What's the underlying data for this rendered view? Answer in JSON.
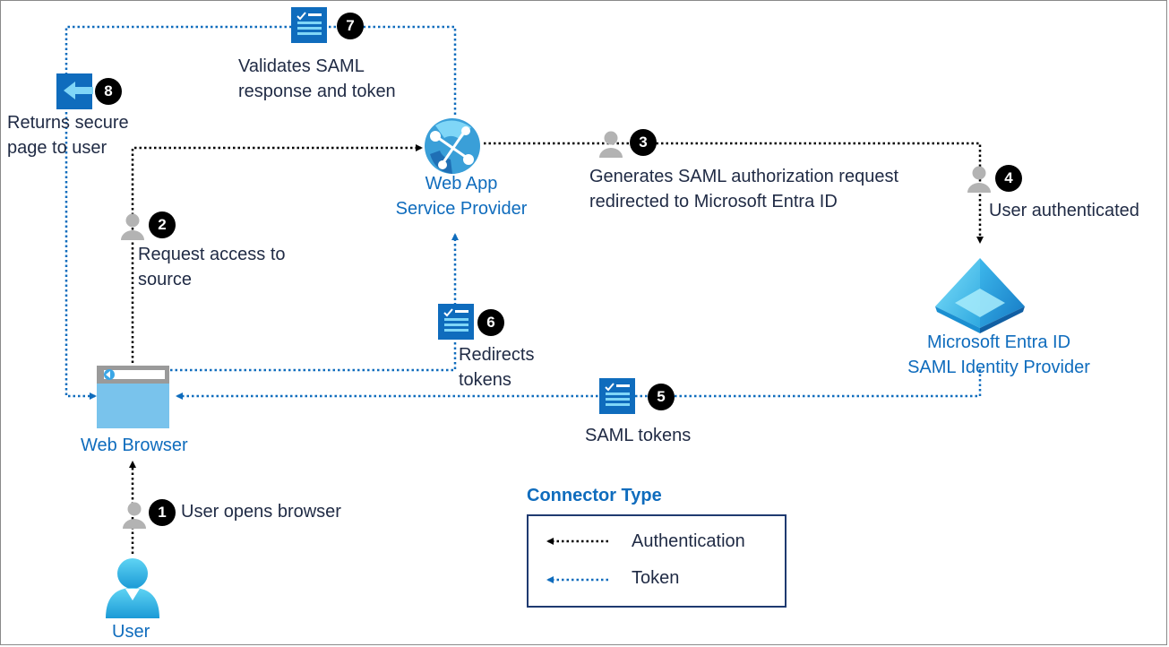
{
  "steps": [
    {
      "number": "1",
      "label": "User opens browser"
    },
    {
      "number": "2",
      "label_line1": "Request access to",
      "label_line2": "source"
    },
    {
      "number": "3",
      "label_line1": "Generates SAML authorization request",
      "label_line2": "redirected to Microsoft Entra ID"
    },
    {
      "number": "4",
      "label": "User authenticated"
    },
    {
      "number": "5",
      "label": "SAML tokens"
    },
    {
      "number": "6",
      "label_line1": "Redirects",
      "label_line2": "tokens"
    },
    {
      "number": "7",
      "label_line1": "Validates SAML",
      "label_line2": "response and token"
    },
    {
      "number": "8",
      "label_line1": "Returns secure",
      "label_line2": "page to user"
    }
  ],
  "nodes": {
    "user": {
      "label": "User",
      "icon": "user-icon"
    },
    "browser": {
      "label": "Web Browser",
      "icon": "browser-window-icon"
    },
    "webapp": {
      "label_line1": "Web App",
      "label_line2": "Service Provider",
      "icon": "app-service-icon"
    },
    "entra": {
      "label_line1": "Microsoft Entra ID",
      "label_line2": "SAML Identity Provider",
      "icon": "entra-id-pyramid-icon"
    }
  },
  "legend": {
    "title": "Connector Type",
    "items": [
      {
        "label": "Authentication",
        "style": "black-dotted"
      },
      {
        "label": "Token",
        "style": "blue-dotted"
      }
    ]
  },
  "colors": {
    "authentication": "#000000",
    "token": "#0f6cbd",
    "label_blue": "#0f6cbd",
    "text_dark": "#1f2a44",
    "token_icon": "#0f6cbd",
    "person_icon": "#b3b3b3"
  }
}
